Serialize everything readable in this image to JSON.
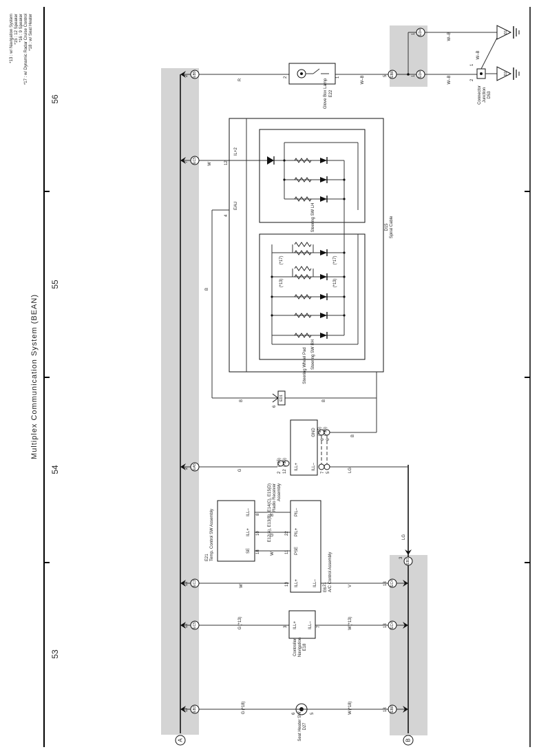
{
  "page": {
    "title": "Multiplex Communication System (BEAN)",
    "column_numbers": [
      "53",
      "54",
      "55",
      "56"
    ]
  },
  "notes": [
    "*13 : w/ Navigation System",
    "*15 : 12 Speaker",
    "*16 : 9 Speaker",
    "*17 : w/ Dynamic Radar Cruise Control",
    "*18 : w/ Seat Heater"
  ],
  "buses": {
    "left": "A",
    "right": "B"
  },
  "components": {
    "glove_box_lamp": {
      "id": "E22",
      "name": "Glove Box Lamp",
      "pin_in": "2",
      "pin_out": "1",
      "wire_in": "R",
      "wire_out": "W–B"
    },
    "junction_connector": {
      "id": "D53",
      "name1": "Junction",
      "name2": "Connector",
      "pin_bottom": "2",
      "pin_top": "1",
      "wire_top": "W–B"
    },
    "spiral_cable": {
      "id": "D15",
      "name": "Spiral Cable",
      "pin_ill": "12",
      "pin_eau": "4",
      "label_ill": "IL+2",
      "label_eau": "EAU"
    },
    "steering_sw_lh": {
      "name": "Steering SW LH"
    },
    "steering_sw_rh": {
      "name": "Steering SW RH",
      "note_a": "(*17)",
      "note_b": "(*13)"
    },
    "steering_wheel_pad": {
      "name": "Steering Wheel Pad"
    },
    "radio": {
      "id": "E12(A), E13(B), E14(C), E15(D)",
      "name1": "Radio Receiver",
      "name2": "Assembly",
      "pin_ill_plus_a": "2",
      "pin_ill_plus_b": "12",
      "pin_ill_minus_a": "7",
      "pin_ill_minus_b": "5",
      "pin_gnd_a": "6",
      "pin_gnd_b": "6",
      "note_a": "(*15)",
      "note_b": "(*16)",
      "label_ill_plus": "ILL+",
      "label_ill_minus": "ILL–",
      "label_gnd": "GND"
    },
    "ac_control": {
      "id": "E6",
      "name": "A/C Control Assembly",
      "label_pil_minus": "PIL–",
      "label_pil_plus": "PIL+",
      "label_pse": "PSE",
      "label_ill_plus": "ILL+",
      "label_ill_minus": "ILL–",
      "pin_pil_minus": "",
      "pin_pil_plus": "22",
      "pin_pse": "11",
      "pin_ill_plus": "13",
      "pin_ill_minus": "21"
    },
    "temp_control": {
      "id": "E21",
      "name": "Temp. Control SW Assembly",
      "label_ill_minus": "ILL–",
      "label_ill_plus": "ILL+",
      "label_se": "SE",
      "pin_ill_minus": "8",
      "pin_ill_plus": "10",
      "pin_se": "18"
    },
    "navigation": {
      "id": "E18",
      "name1": "Navigation",
      "name2": "Controller",
      "label_ill_plus": "ILL+",
      "label_ill_minus": "ILL–",
      "pin_ill_plus": "3",
      "pin_ill_minus": "7",
      "note": "(*13)"
    },
    "seat_heater": {
      "id": "D27",
      "name": "Seat Heater SW",
      "pin_left": "6",
      "pin_right": "5",
      "note": "(*18)"
    }
  },
  "connectors": {
    "left": [
      {
        "code": "EB9",
        "pin": "2"
      },
      {
        "code": "EC5",
        "pin": "7"
      },
      {
        "code": "EA5",
        "pin": "2"
      },
      {
        "code": "EC3",
        "pin": "12"
      },
      {
        "code": "EC5",
        "pin": "12"
      },
      {
        "code": "EB3",
        "pin": "17"
      }
    ],
    "right": [
      {
        "code": "EB8",
        "pin": "5"
      },
      {
        "code": "ED4",
        "pin": "1"
      },
      {
        "code": "ED4",
        "pin": "1"
      },
      {
        "code": "EB1",
        "pin": "3"
      },
      {
        "code": "EC4",
        "pin": "13"
      },
      {
        "code": "EC4",
        "pin": "13"
      },
      {
        "code": "EB8",
        "pin": "18"
      }
    ],
    "ed1": {
      "code": "ED1",
      "pin": "6"
    }
  },
  "grounds": {
    "d1": "D1",
    "d2": "D2"
  },
  "wires": {
    "r": "R",
    "w": "W",
    "g": "G",
    "b": "B",
    "lg": "LG",
    "v": "V",
    "wb": "W–B",
    "temp_b": "B",
    "temp_g": "G",
    "temp_w": "W",
    "nav_g": "G",
    "nav_w": "W",
    "nav_note_g": "(*13)",
    "nav_note_w": "(*13)",
    "seat_g": "G",
    "seat_w": "W",
    "seat_note_g": "(*18)",
    "seat_note_w": "(*18)",
    "d1_wb": "W–B",
    "d2_wb": "W–B",
    "junction_wb": "W–B"
  }
}
